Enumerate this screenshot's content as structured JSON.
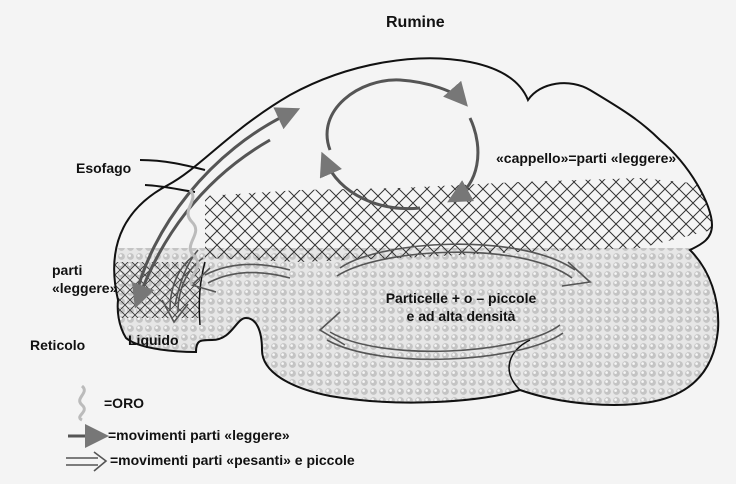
{
  "diagram": {
    "title": "Rumine",
    "labels": {
      "esofago": "Esofago",
      "cappello": "«cappello»=parti «leggere»",
      "parti_leggere_line1": "parti",
      "parti_leggere_line2": "«leggere»",
      "reticolo": "Reticolo",
      "liquido": "Liquido",
      "particelle_line1": "Particelle + o – piccole",
      "particelle_line2": "e ad alta densità"
    },
    "legend": [
      {
        "symbol": "oro-icon",
        "text": "=ORO"
      },
      {
        "symbol": "solid-arrow-icon",
        "text": "=movimenti parti «leggere»"
      },
      {
        "symbol": "double-arrow-icon",
        "text": "=movimenti parti «pesanti» e piccole"
      }
    ]
  }
}
